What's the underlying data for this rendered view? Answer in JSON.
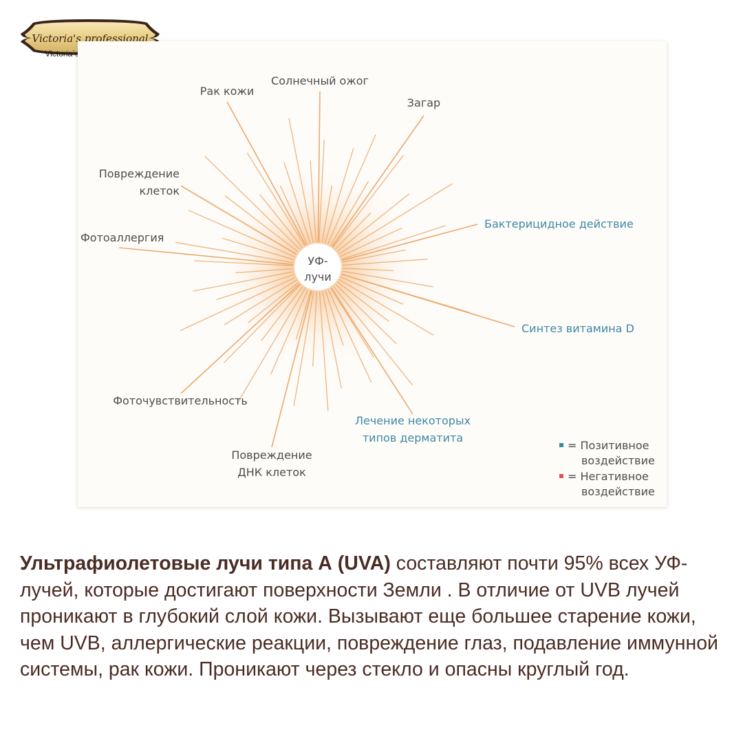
{
  "brand": {
    "logo_script": "Victoria's professional",
    "caption": "Victoria`s Professional"
  },
  "diagram": {
    "center_label_lines": [
      "УФ-",
      "лучи"
    ],
    "negative_effects": [
      {
        "id": "skin-cancer",
        "lines": [
          "Рак кожи"
        ]
      },
      {
        "id": "sunburn",
        "lines": [
          "Солнечный ожог"
        ]
      },
      {
        "id": "tan",
        "lines": [
          "Загар"
        ]
      },
      {
        "id": "cell-damage",
        "lines": [
          "Повреждение",
          "клеток"
        ]
      },
      {
        "id": "photoallergy",
        "lines": [
          "Фотоаллергия"
        ]
      },
      {
        "id": "photosensitivity",
        "lines": [
          "Фоточувствительность"
        ]
      },
      {
        "id": "dna-damage",
        "lines": [
          "Повреждение",
          "ДНК клеток"
        ]
      }
    ],
    "positive_effects": [
      {
        "id": "bactericidal",
        "lines": [
          "Бактерицидное действие"
        ]
      },
      {
        "id": "vitamin-d",
        "lines": [
          "Синтез витамина D"
        ]
      },
      {
        "id": "dermatitis",
        "lines": [
          "Лечение некоторых",
          "типов дерматита"
        ]
      }
    ],
    "legend": {
      "positive": {
        "lines": [
          "= Позитивное",
          "воздействие"
        ],
        "color": "#3d87a6"
      },
      "negative": {
        "lines": [
          "= Негативное",
          "воздействие"
        ],
        "color": "#d9574f"
      }
    },
    "colors": {
      "ray": "#eaa86b",
      "glow": "#f4b678",
      "negative_text": "#4d4d4d",
      "positive_text": "#3d87a6"
    }
  },
  "caption": {
    "bold": "Ультрафиолетовые лучи типа А (UVA)",
    "text": " составляют почти 95% всех УФ-лучей, которые достигают поверхности Земли . В отличие от UVB лучей проникают в глубокий слой кожи. Вызывают еще большее старение кожи, чем UVB, аллергические реакции, повреждение глаз, подавление иммунной системы, рак кожи. Проникают через стекло и опасны круглый год."
  }
}
